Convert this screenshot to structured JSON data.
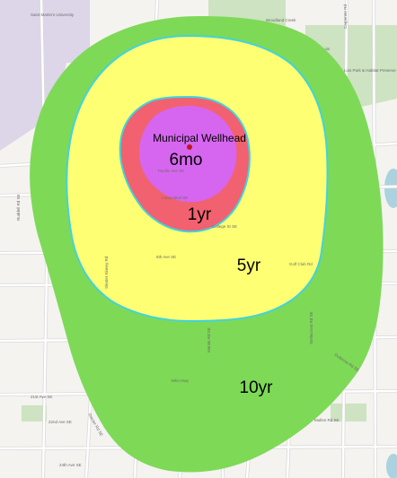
{
  "wellhead": {
    "label": "Municipal Wellhead",
    "marker_color": "#c0191c"
  },
  "zones": [
    {
      "id": "10yr",
      "label": "10yr",
      "fill": "#7ed957",
      "outline": "none"
    },
    {
      "id": "5yr",
      "label": "5yr",
      "fill": "#ffff73",
      "outline": "#3fd4e0"
    },
    {
      "id": "1yr",
      "label": "1yr",
      "fill": "#f2616f",
      "outline": "#3fd4e0"
    },
    {
      "id": "6mo",
      "label": "6mo",
      "fill": "#d666ef",
      "outline": "none"
    }
  ],
  "basemap": {
    "colors": {
      "background": "#f4f3f0",
      "university": "#ddd5e8",
      "park": "#cde3c1",
      "water": "#aad3df",
      "road": "#ffffff",
      "road_casing": "#d9d9d9",
      "river": "#8fc7e6"
    },
    "places": [
      "Saint Martin's University",
      "Lake Lois",
      "Lake Lois Park & Habitat Preserve"
    ],
    "streets": [
      "Woodland Creek",
      "Carpenter Rd",
      "Pacific Ave SE",
      "Lacey Blvd SE",
      "College St SE",
      "6th Ave SE",
      "Golf Club Rd",
      "Ruddell Rd SE",
      "21st Ave SE",
      "22nd Ave SE",
      "24th Ave SE",
      "Sleater Kinney Rd",
      "Rainier Rd SE",
      "Marvin Rd SE",
      "Steilacoom Rd SE",
      "Dutterow Rd SE",
      "Yelm Hwy",
      "Mullen Rd SE"
    ]
  }
}
